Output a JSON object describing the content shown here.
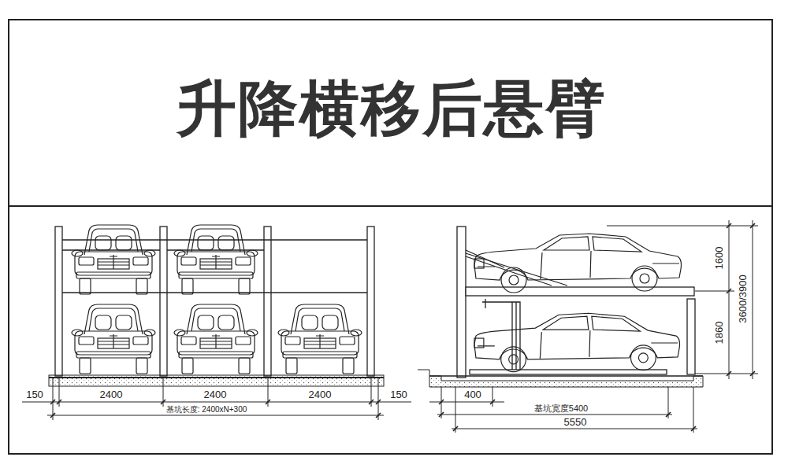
{
  "diagram": {
    "title": "升降横移后悬臂",
    "labels": [
      "150",
      "2400",
      "2400",
      "2400",
      "150",
      "基坑长度: 2400xN+300",
      "1600",
      "3600/3900",
      "1860",
      "400",
      "基坑宽度5400",
      "5550"
    ]
  }
}
